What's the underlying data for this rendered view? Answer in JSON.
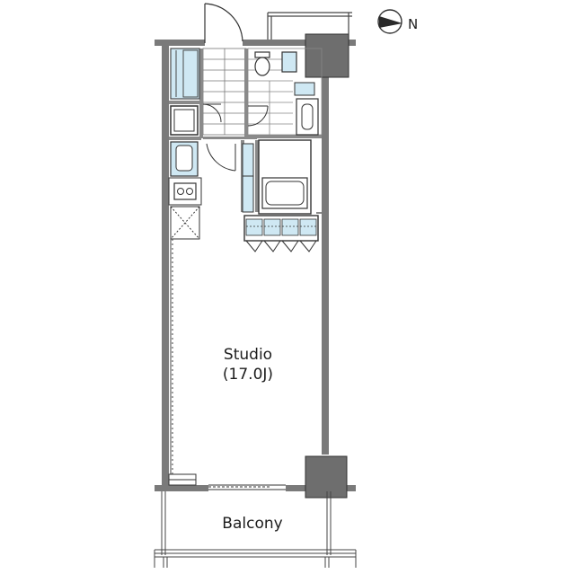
{
  "rooms": {
    "studio": {
      "name": "Studio",
      "size": "(17.0J)"
    },
    "balcony": {
      "name": "Balcony"
    }
  },
  "compass": {
    "label": "N"
  },
  "colors": {
    "wall": "#777777",
    "wall_dark": "#555555",
    "fixture_blue": "#cfe8f3",
    "fixture_stroke": "#4a4a4a",
    "shaft": "#6e6e6e",
    "line": "#333333"
  },
  "icons": {
    "compass": "north-arrow-icon",
    "door": "door-swing-icon",
    "toilet": "toilet-icon",
    "bathtub": "bathtub-icon",
    "sink": "sink-icon",
    "stove": "stove-icon",
    "fridge": "refrigerator-icon"
  }
}
